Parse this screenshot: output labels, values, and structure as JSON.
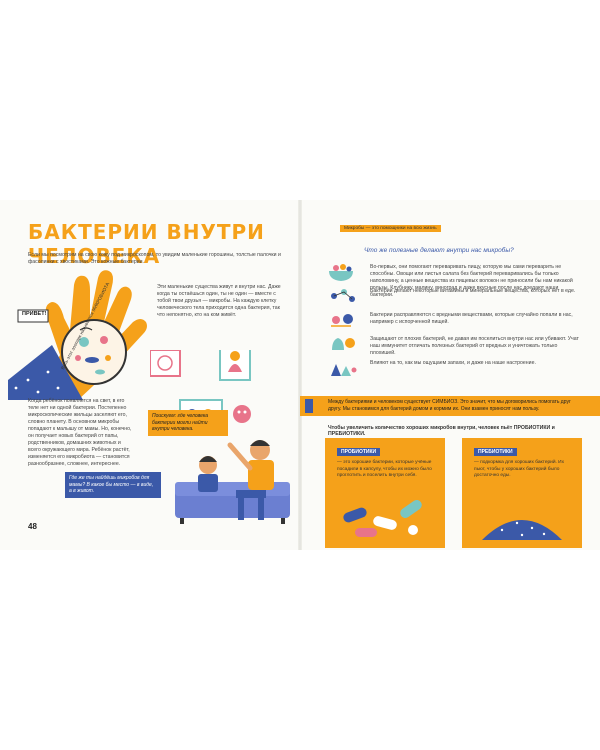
{
  "left_page": {
    "title": "БАКТЕРИИ ВНУТРИ ЧЕЛОВЕКА",
    "intro": "Если мы посмотрим на свою кожу под микроскопом, то увидим маленькие горошины, толстые палочки и фасолинки с хвостиками. Это кожные бактерии.",
    "small_text": "Эти маленькие существа живут и внутри нас. Даже когда ты остаёшься один, ты не один — вместе с тобой твои друзья — микробы. На каждую клетку человеческого тела приходится одна бактерия, так что непонятно, кто на ком живёт.",
    "sign_text": "Весь этот зоопарк называется МИКРОБИОТА",
    "greeting": "ПРИВЕТ!",
    "child_text": "Когда ребёнок появляется на свет, в его теле нет ни одной бактерии. Постепенно микроскопические жильцы заселяют его, словно планету. В основном микробы попадают к малышу от мамы. Но, конечно, он получает новых бактерий от папы, родственников, домашних животных и всего окружающего мира. Ребёнок растёт, изменяется его микробиота — становится разнообразнее, сложнее, интереснее.",
    "bubble_orange": "Поискуем: где человека бактерии могли найти внутри человека.",
    "bubble_blue": "Где же ты найдёшь микробов для мамы? В какое бы место — в виде, а в живот.",
    "page_number": "48"
  },
  "right_page": {
    "tag": "Микробы — это помощники на всю жизнь",
    "heading": "Что же полезные делают внутри нас микробы?",
    "items": [
      {
        "icon": "vegetable-bowl-icon",
        "text": "Во-первых, они помогают переваривать пищу, которую мы сами переварить не способны. Овощи или листья салата без бактерий переваривались бы только наполовину, а ценные вещества из пищевых волокон не приносили бы нам никакой пользы. Клубнику, малину, виноград и даже вкусные после нас доедают наши бактерии."
      },
      {
        "icon": "vitamin-molecule-icon",
        "text": "Бактерии делают некоторые витамины и минеральные вещества, которых нет в еде."
      },
      {
        "icon": "protection-icon",
        "text": "Бактерии расправляются с вредными веществами, которые случайно попали в нас, например с испорченной пищей."
      },
      {
        "icon": "germ-defense-icon",
        "text": "Защищают от плохих бактерий, не давая им поселиться внутри нас или убивают. Учат наш иммунитет отличать полезных бактерий от вредных и уничтожать только плохишей."
      },
      {
        "icon": "mood-icon",
        "text": "Влияют на то, как мы ощущаем запахи, и даже на наше настроение."
      }
    ],
    "symbiosis": "Между бактериями и человеком существует СИМБИОЗ. Это значит, что мы договорились помогать друг другу. Мы становимся для бактерий домом и кормим их. Они взамен приносят нам пользу.",
    "probiotic_intro": "Чтобы увеличить количество хороших микробов внутри, человек пьёт ПРОБИОТИКИ и ПРЕБИОТИКИ.",
    "cards": [
      {
        "tag": "ПРОБИОТИКИ",
        "text": "— это хорошие бактерии, которые учёные посадили в капсулу, чтобы их можно было проглотить и поселить внутри себя."
      },
      {
        "tag": "ПРЕБИОТИКИ",
        "text": "— подкормка для хороших бактерий. Их пьют, чтобы у хороших бактерий было достаточно еды."
      }
    ]
  },
  "colors": {
    "accent": "#f5a11a",
    "blue": "#3b59a8",
    "teal": "#79c6c2",
    "pink": "#e8748a"
  }
}
